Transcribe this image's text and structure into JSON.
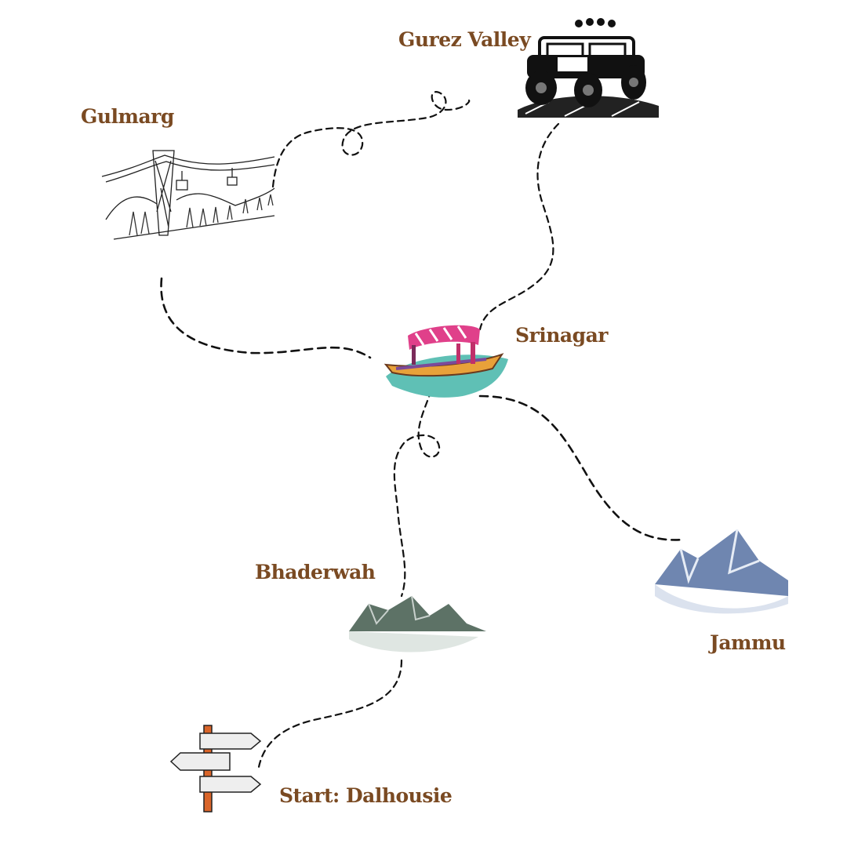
{
  "title": "Kashmir itinerary route map",
  "colors": {
    "label": "#7a4a22",
    "route": "#111111",
    "lake": "#5fc0b5",
    "shikara_canopy": "#e0408a",
    "mountain_blue": "#6f86b0",
    "mountain_green": "#5d7266",
    "signpost": "#d9652a"
  },
  "stops": [
    {
      "id": "gurez",
      "name": "Gurez Valley",
      "icon": "jeep-icon"
    },
    {
      "id": "gulmarg",
      "name": "Gulmarg",
      "icon": "cable-car-icon"
    },
    {
      "id": "srinagar",
      "name": "Srinagar",
      "icon": "shikara-boat-icon"
    },
    {
      "id": "bhaderwah",
      "name": "Bhaderwah",
      "icon": "mountain-icon"
    },
    {
      "id": "jammu",
      "name": "Jammu",
      "icon": "snow-mountain-icon"
    },
    {
      "id": "dalhousie",
      "name": "Start: Dalhousie",
      "icon": "signpost-icon"
    }
  ]
}
